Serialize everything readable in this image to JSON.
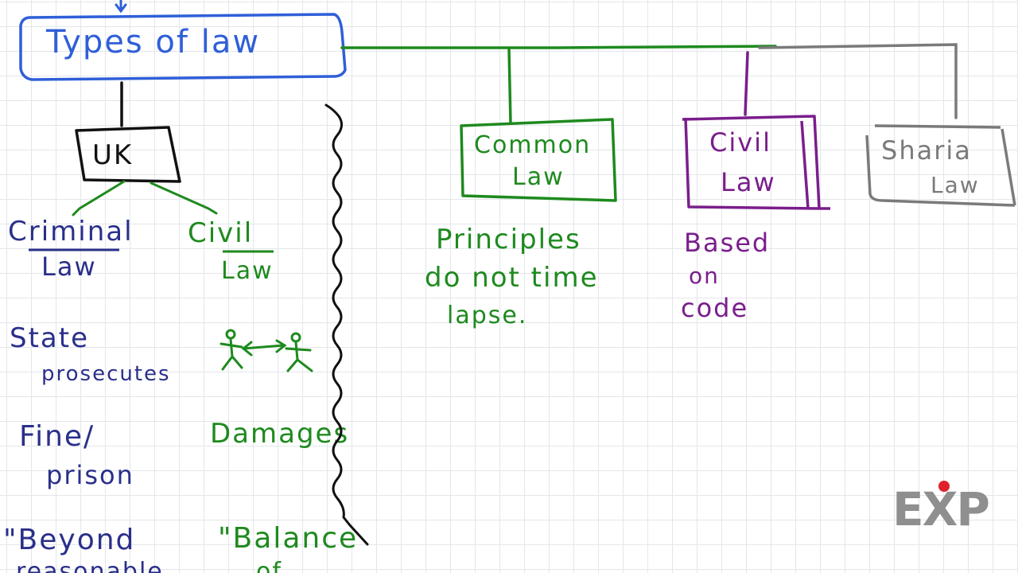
{
  "colors": {
    "blue": "#2f5fd8",
    "navy": "#2a2f8a",
    "green": "#1e8a1e",
    "purple": "#7a1e8c",
    "gray": "#7a7a7a",
    "black": "#111111",
    "logo_gray": "#8f8f8f",
    "logo_red": "#e0202a"
  },
  "diagram": {
    "title": "Types of law",
    "uk": {
      "label": "UK",
      "criminal": {
        "heading_1": "Criminal",
        "heading_2": "Law",
        "points": [
          "State",
          "prosecutes",
          "Fine/",
          "prison",
          "\"Beyond",
          "reasonable"
        ]
      },
      "civil": {
        "heading_1": "Civil",
        "heading_2": "Law",
        "points": [
          "Damages",
          "\"Balance",
          "of"
        ]
      }
    },
    "common_law": {
      "label_1": "Common",
      "label_2": "Law",
      "notes": [
        "Principles",
        "do not time",
        "lapse."
      ]
    },
    "civil_law": {
      "label_1": "Civil",
      "label_2": "Law",
      "notes": [
        "Based",
        "on",
        "code"
      ]
    },
    "sharia_law": {
      "label_1": "Sharia",
      "label_2": "Law"
    }
  },
  "logo": {
    "text": "EXP",
    "icon": "exp-logo-icon"
  }
}
